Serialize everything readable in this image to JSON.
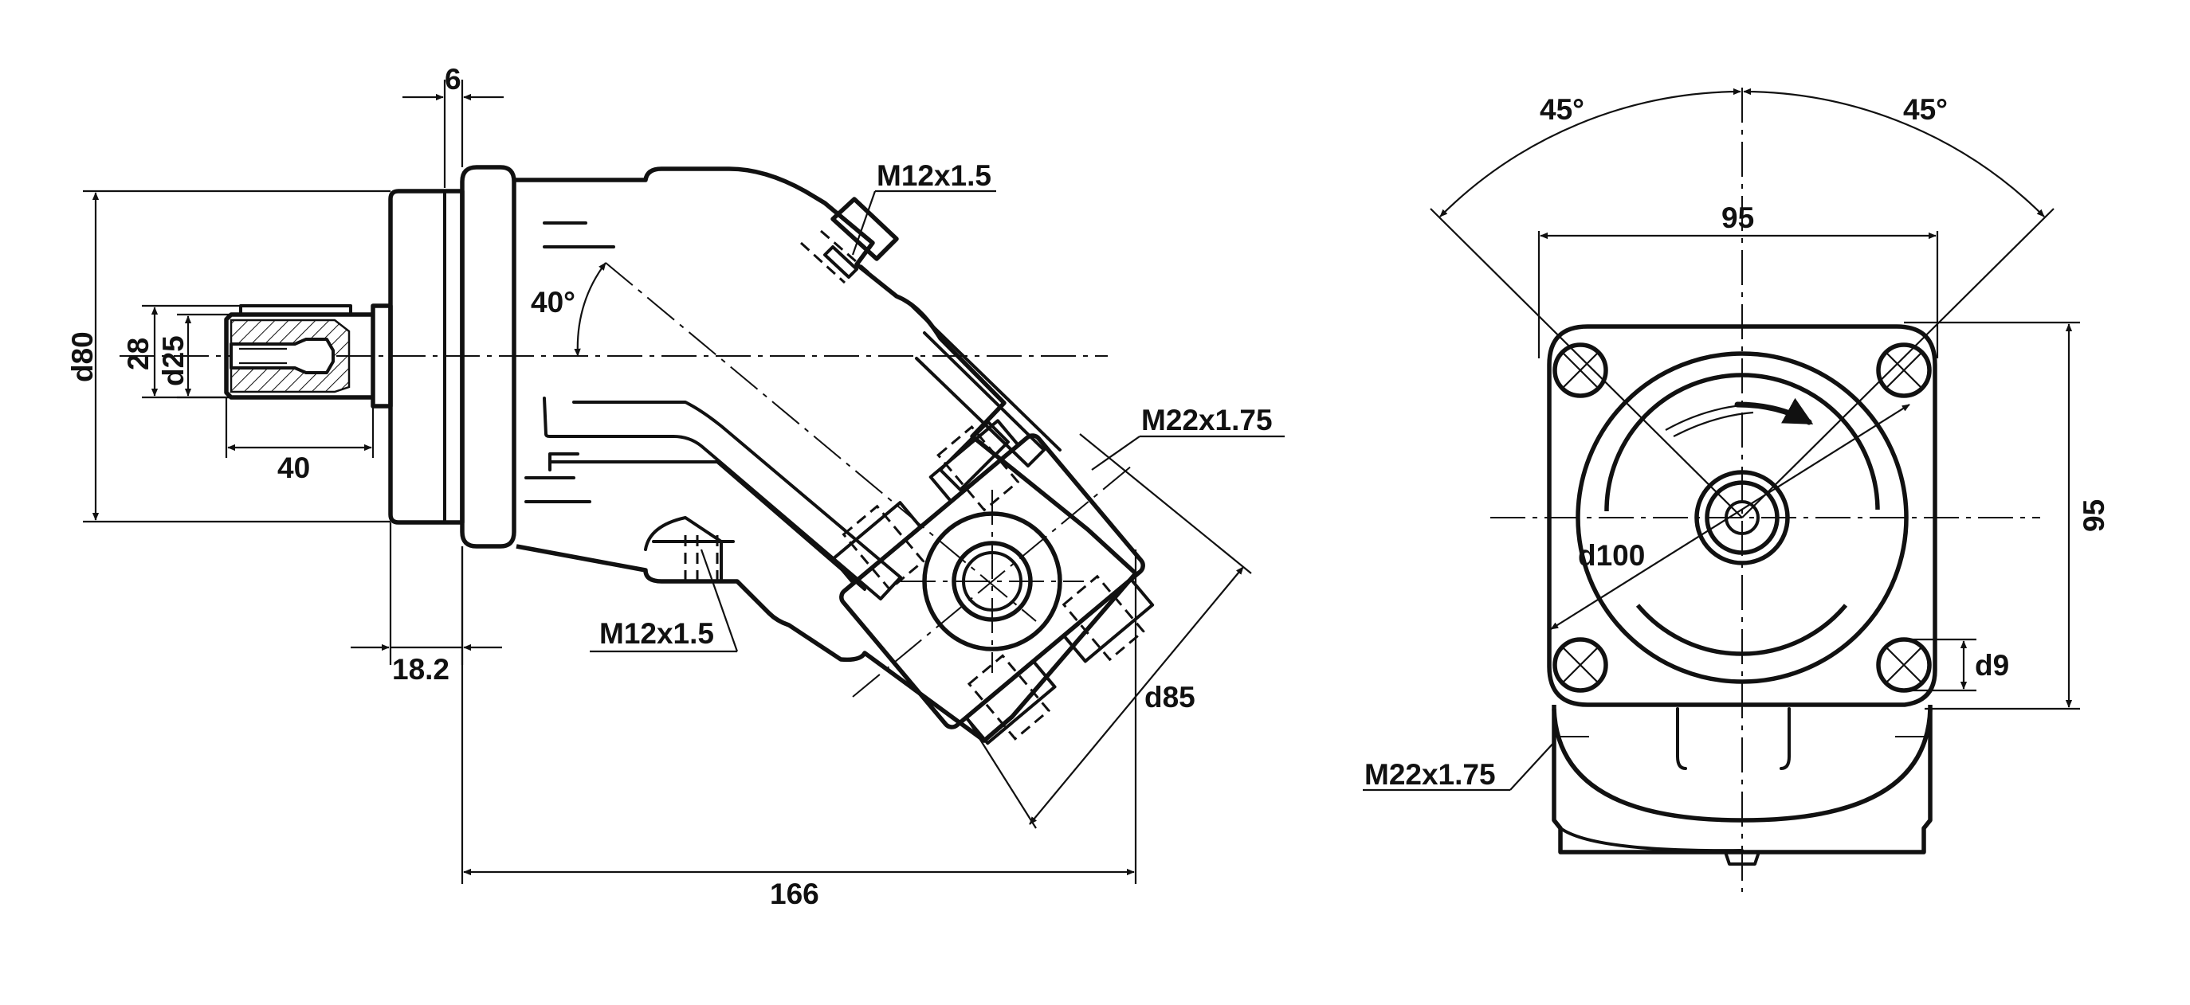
{
  "dimensions": {
    "flange_thickness": "6",
    "shaft_length": "40",
    "pilot_diameter": "d80",
    "shaft_diameter": "d25",
    "key_height": "28",
    "pilot_offset": "18.2",
    "overall_length": "166",
    "bent_axis_angle": "40°",
    "port_flange_diameter": "d85",
    "bolt_circle_diameter": "d100",
    "mount_hole_diameter": "d9",
    "hole_spacing_horizontal": "95",
    "hole_spacing_vertical": "95",
    "angle_left": "45°",
    "angle_right": "45°"
  },
  "threads": {
    "drain_port_top": "M12x1.5",
    "drain_port_bottom": "M12x1.5",
    "main_port_side": "M22x1.75",
    "main_port_front": "M22x1.75"
  },
  "colors": {
    "line": "#111111",
    "background": "#ffffff"
  }
}
